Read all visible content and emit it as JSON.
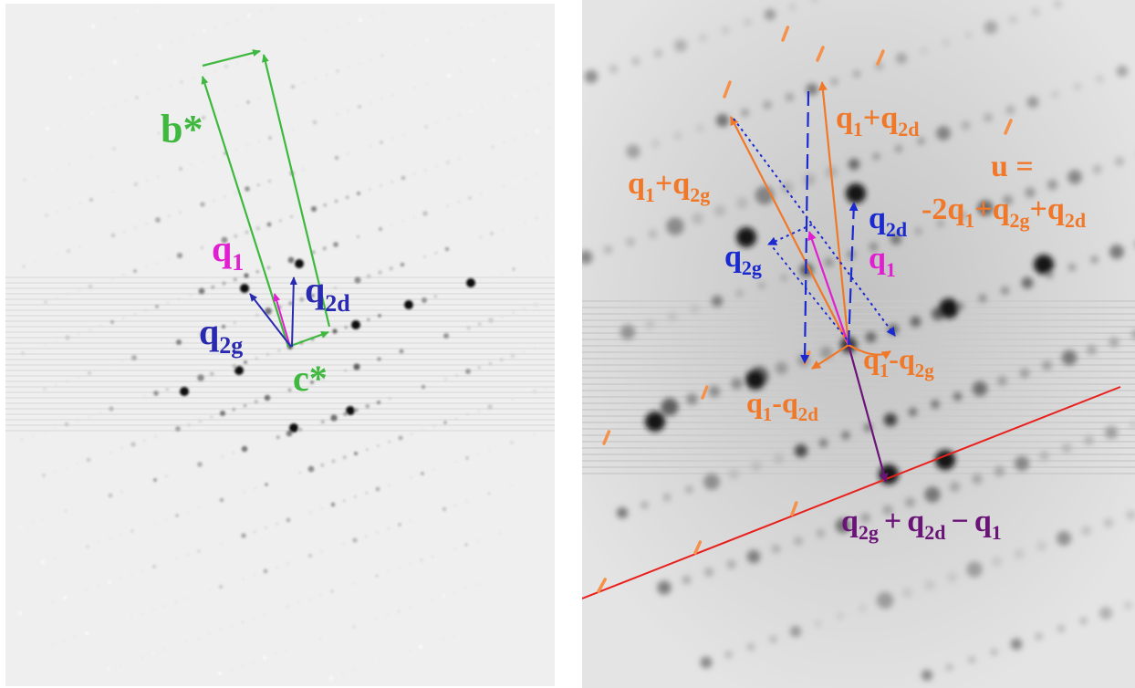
{
  "left_panel": {
    "labels": {
      "b_star": "b*",
      "c_star": "c*",
      "q1": {
        "base": "q",
        "sub": "1"
      },
      "q2g": {
        "base": "q",
        "sub": "2g"
      },
      "q2d": {
        "base": "q",
        "sub": "2d"
      }
    },
    "colors": {
      "reciprocal": "#3fb83f",
      "q1": "#e020d0",
      "q2": "#2a2ab0"
    }
  },
  "right_panel": {
    "labels": {
      "q1_plus_q2d": {
        "base": "q",
        "sub": "1",
        "op": "+",
        "base2": "q",
        "sub2": "2d"
      },
      "q1_plus_q2g": {
        "base": "q",
        "sub": "1",
        "op": "+",
        "base2": "q",
        "sub2": "2g"
      },
      "u_title": "u =",
      "u_expr": {
        "part1": "-2q",
        "sub1": "1",
        "part2": "+q",
        "sub2": "2g",
        "part3": "+q",
        "sub3": "2d"
      },
      "q2d": {
        "base": "q",
        "sub": "2d"
      },
      "q2g": {
        "base": "q",
        "sub": "2g"
      },
      "q1": {
        "base": "q",
        "sub": "1"
      },
      "q1_minus_q2g": {
        "base": "q",
        "sub": "1",
        "op": "-",
        "base2": "q",
        "sub2": "2g"
      },
      "q1_minus_q2d": {
        "base": "q",
        "sub": "1",
        "op": "-",
        "base2": "q",
        "sub2": "2d"
      },
      "sum_expr": {
        "base1": "q",
        "sub1": "2g",
        "op1": "+",
        "base2": "q",
        "sub2": "2d",
        "op2": "−",
        "base3": "q",
        "sub3": "1"
      }
    },
    "colors": {
      "orange": "#f07828",
      "blue": "#1a2ad0",
      "magenta": "#e020d0",
      "purple": "#6a1478",
      "red": "#e8201c"
    }
  }
}
